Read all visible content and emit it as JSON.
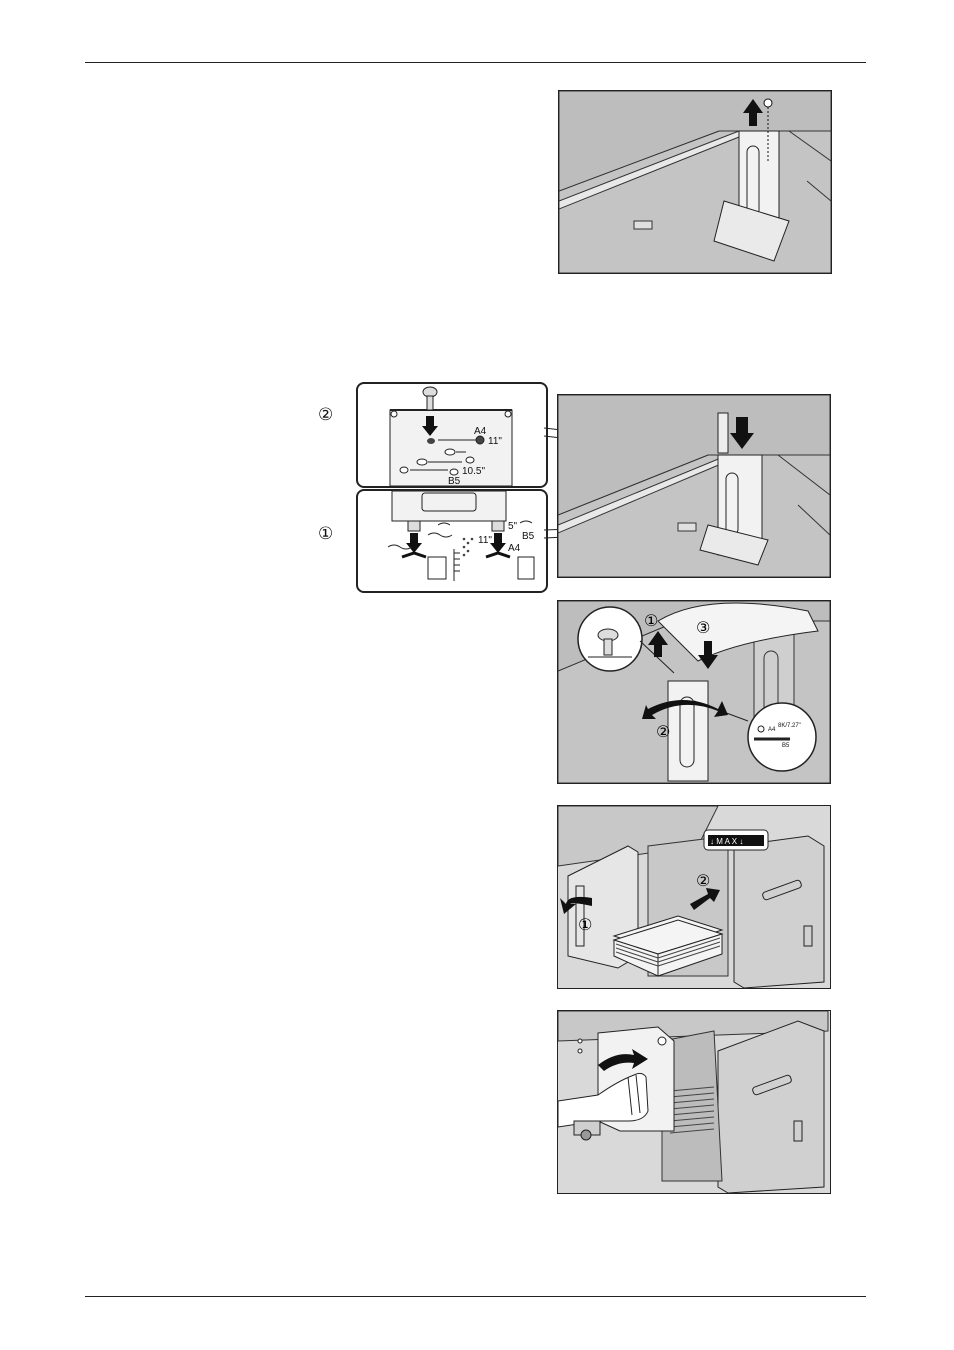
{
  "figure2": {
    "step1_marker": "①",
    "step2_marker": "②",
    "plate_labels": {
      "a4": "A4",
      "in11": "11\"",
      "in105": "10.5\"",
      "b5": "B5"
    },
    "bottom_labels": {
      "b5": "B5",
      "in11": "11\"",
      "a4": "A4",
      "in5": "5\""
    }
  },
  "figure3": {
    "step1": "①",
    "step2": "②",
    "step3": "③",
    "zoom_a4": "A4",
    "zoom_size": "8K/7.27\"",
    "zoom_b5": "B5"
  },
  "figure4": {
    "max_label": "↓ M A X ↓",
    "step1": "①",
    "step2": "②"
  }
}
